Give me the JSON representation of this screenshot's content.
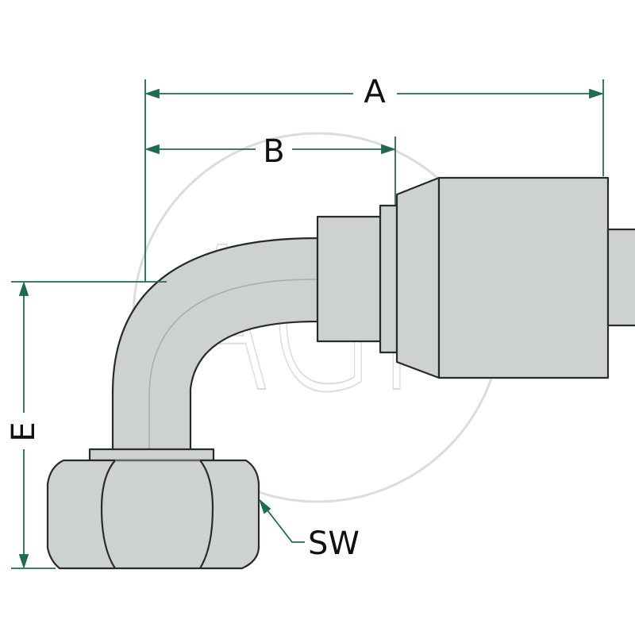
{
  "watermark": {
    "text": "AGP",
    "color": "#dcdcdc"
  },
  "dimensions": {
    "a": "A",
    "b": "B",
    "e": "E",
    "sw": "SW"
  },
  "colors": {
    "dimension_line": "#1f6b52",
    "part_fill": "#cdd1cf",
    "part_stroke": "#2a2a2a",
    "label": "#111111"
  }
}
